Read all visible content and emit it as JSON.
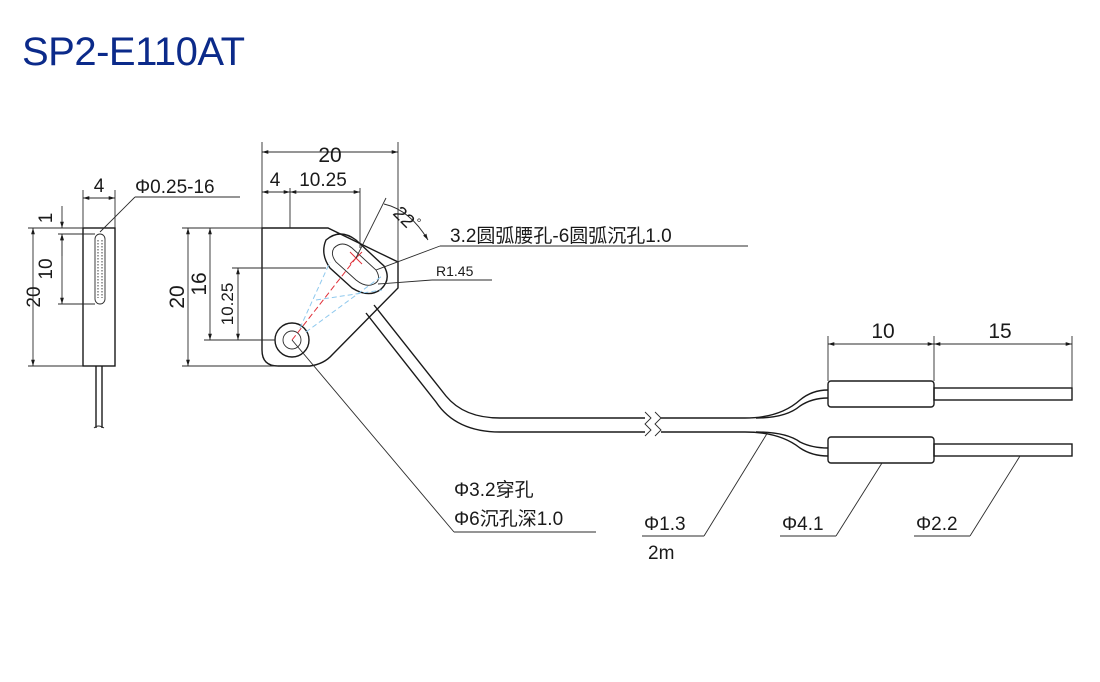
{
  "title": "SP2-E110AT",
  "colors": {
    "title": "#0b2a8a",
    "line": "#1a1a1a",
    "axis_red": "#e0303a",
    "beam_blue": "#8fc9ee"
  },
  "side_view": {
    "width_dim": "4",
    "fiber_label": "Φ0.25-16",
    "dim_top": "1",
    "dim_window": "10",
    "dim_height": "20"
  },
  "front_view": {
    "width_total": "20",
    "width_left": "4",
    "width_mid": "10.25",
    "angle": "22",
    "angle_unit": "°",
    "height_total": "20",
    "height_16": "16",
    "height_1025": "10.25",
    "slot_label": "3.2圆弧腰孔-6圆弧沉孔1.0",
    "radius_label": "R1.45",
    "hole_line1": "Φ3.2穿孔",
    "hole_line2": "Φ6沉孔深1.0"
  },
  "cable": {
    "dim_sleeve": "10",
    "dim_tip": "15",
    "cable_dia": "Φ1.3",
    "cable_len": "2m",
    "sleeve_dia": "Φ4.1",
    "tip_dia": "Φ2.2"
  }
}
